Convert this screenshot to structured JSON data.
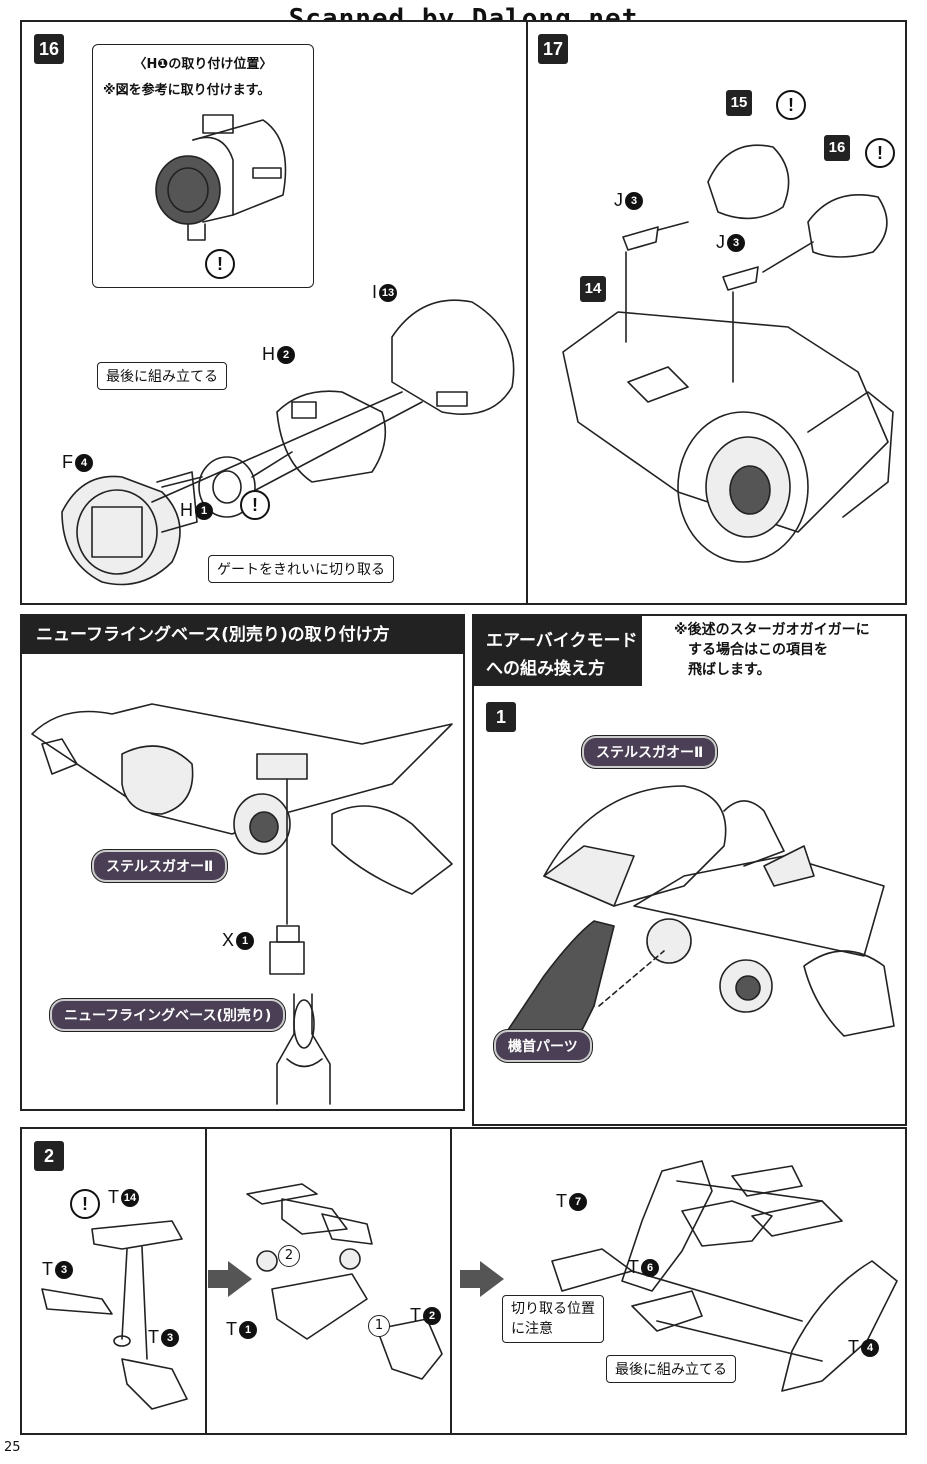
{
  "watermark": "Scanned by Dalong.net",
  "step16": {
    "num": "16",
    "inset_title": "〈H❶の取り付け位置〉",
    "inset_note": "※図を参考に取り付けます。",
    "label_last": "最後に組み立てる",
    "label_gate": "ゲートをきれいに切り取る",
    "parts": {
      "i13": "I",
      "i13n": "13",
      "h2": "H",
      "h2n": "2",
      "f4": "F",
      "f4n": "4",
      "h1": "H",
      "h1n": "1"
    }
  },
  "step17": {
    "num": "17",
    "ref15": "15",
    "ref16": "16",
    "ref14": "14",
    "j3a": "J",
    "j3an": "3",
    "j3b": "J",
    "j3bn": "3"
  },
  "base_section": {
    "title": "ニューフライングベース(別売り)の取り付け方",
    "pill_stealth": "ステルスガオーⅡ",
    "pill_base": "ニューフライングベース(別売り)",
    "x1": "X",
    "x1n": "1"
  },
  "airbike_section": {
    "title_line1": "エアーバイクモード",
    "title_line2": "への組み換え方",
    "note_line1": "※後述のスターガオガイガーに",
    "note_line2": "する場合はこの項目を",
    "note_line3": "飛ばします。",
    "step1_num": "1",
    "pill_stealth": "ステルスガオーⅡ",
    "pill_nose": "機首パーツ"
  },
  "step2": {
    "num": "2",
    "t14": "T",
    "t14n": "14",
    "t3a": "T",
    "t3an": "3",
    "t3b": "T",
    "t3bn": "3",
    "t1": "T",
    "t1n": "1",
    "t2": "T",
    "t2n": "2",
    "t7": "T",
    "t7n": "7",
    "t6": "T",
    "t6n": "6",
    "t4": "T",
    "t4n": "4",
    "order1": "1",
    "order2": "2",
    "label_cut_l1": "切り取る位置",
    "label_cut_l2": "に注意",
    "label_last": "最後に組み立てる"
  },
  "warn_symbol": "!",
  "page_number": "25"
}
